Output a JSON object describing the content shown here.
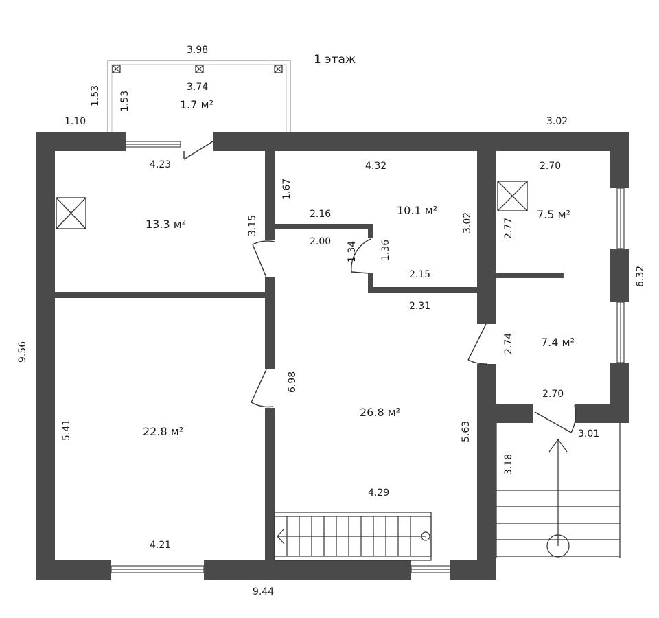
{
  "floor_label": "1 этаж",
  "colors": {
    "wall": "#4a4a4a",
    "background": "#ffffff",
    "line": "#333333"
  },
  "rooms": [
    {
      "id": "balcony",
      "area": "1.7 м²"
    },
    {
      "id": "room-nw",
      "area": "13.3 м²"
    },
    {
      "id": "room-n-mid",
      "area": "10.1 м²"
    },
    {
      "id": "room-ne",
      "area": "7.5 м²"
    },
    {
      "id": "room-e",
      "area": "7.4 м²"
    },
    {
      "id": "room-sw",
      "area": "22.8 м²"
    },
    {
      "id": "hall",
      "area": "26.8 м²"
    }
  ],
  "dimensions": {
    "balcony_outer_width": "3.98",
    "balcony_inner_width": "3.74",
    "balcony_outer_depth": "1.53",
    "balcony_inner_depth": "1.53",
    "top_left_segment": "1.10",
    "top_right_segment": "3.02",
    "room_nw_width": "4.23",
    "room_nw_height": "3.15",
    "room_n_mid_width": "4.32",
    "room_n_mid_left_height": "1.67",
    "room_n_mid_height": "3.02",
    "partition_top": "2.16",
    "partition_bottom": "2.00",
    "closet_left": "1.34",
    "closet_right": "1.36",
    "closet_bottom": "2.15",
    "hall_top": "2.31",
    "room_ne_width": "2.70",
    "room_ne_height": "2.77",
    "east_total": "6.32",
    "room_e_height": "2.74",
    "room_e_width": "2.70",
    "porch_width": "3.01",
    "porch_depth": "3.18",
    "total_height": "9.56",
    "room_sw_height": "5.41",
    "room_sw_width": "4.21",
    "hall_left_height": "6.98",
    "hall_right_height": "5.63",
    "hall_width": "4.29",
    "total_width": "9.44"
  }
}
